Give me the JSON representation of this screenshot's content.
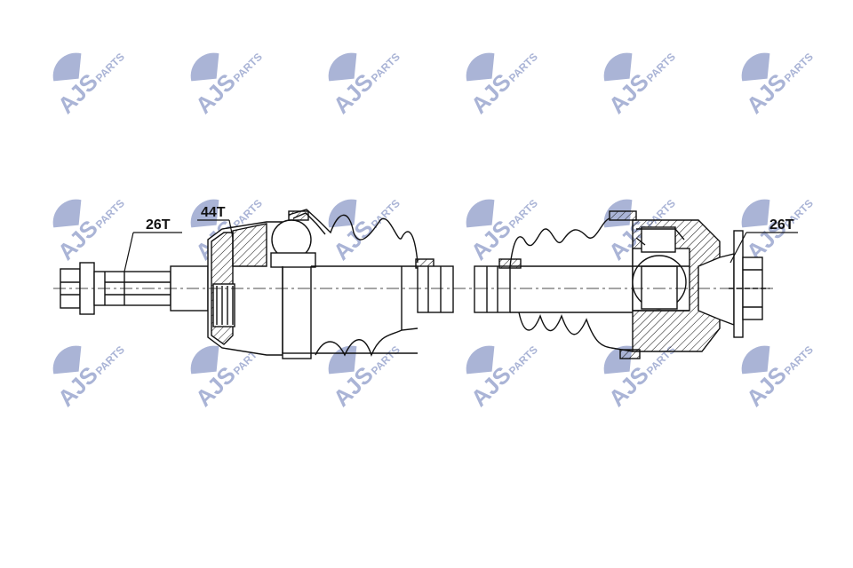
{
  "watermark": {
    "brand": "AJS",
    "suffix": "PARTS",
    "color": "#aab4d6",
    "grid_cols": 6,
    "grid_rows": 3
  },
  "labels": {
    "outer_spline": "26T",
    "abs_ring": "44T",
    "inner_spline": "26T"
  },
  "colors": {
    "line": "#111111",
    "hatch": "#111111",
    "background": "#ffffff"
  }
}
